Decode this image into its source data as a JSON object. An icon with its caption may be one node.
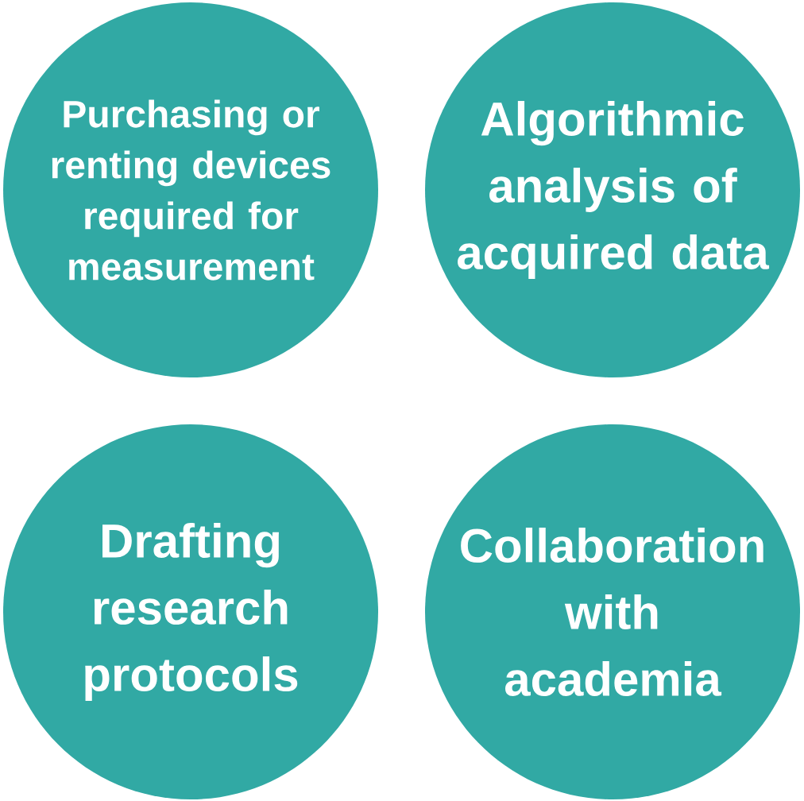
{
  "diagram": {
    "nodes": [
      {
        "text": [
          "Purchasing or renting devices required for measurement"
        ]
      },
      {
        "text": [
          "Algorithmic analysis of acquired data"
        ]
      },
      {
        "text": [
          "Drafting research protocols"
        ]
      },
      {
        "text": [
          "Collaboration with academia"
        ]
      }
    ]
  }
}
